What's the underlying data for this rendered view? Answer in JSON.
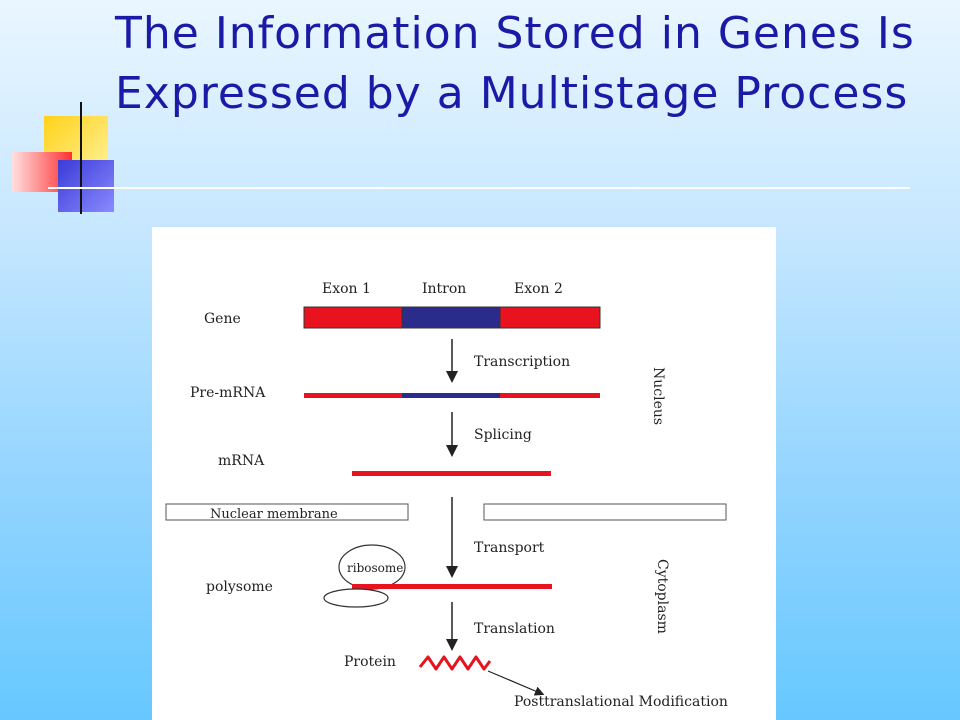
{
  "slide": {
    "title": "The Information Stored in Genes Is Expressed by a Multistage Process"
  },
  "diagram": {
    "gene_header": {
      "exon1": "Exon 1",
      "intron": "Intron",
      "exon2": "Exon 2"
    },
    "row_labels": {
      "gene": "Gene",
      "pre_mrna": "Pre-mRNA",
      "mrna": "mRNA",
      "nuclear_membrane": "Nuclear membrane",
      "polysome": "polysome",
      "ribosome": "ribosome",
      "protein": "Protein"
    },
    "steps": {
      "transcription": "Transcription",
      "splicing": "Splicing",
      "transport": "Transport",
      "translation": "Translation",
      "posttranslational": "Posttranslational Modification"
    },
    "regions": {
      "nucleus": "Nucleus",
      "cytoplasm": "Cytoplasm"
    },
    "colors": {
      "exon": "#e8131f",
      "intron": "#2b2b8c",
      "title": "#1a1aa6"
    }
  }
}
